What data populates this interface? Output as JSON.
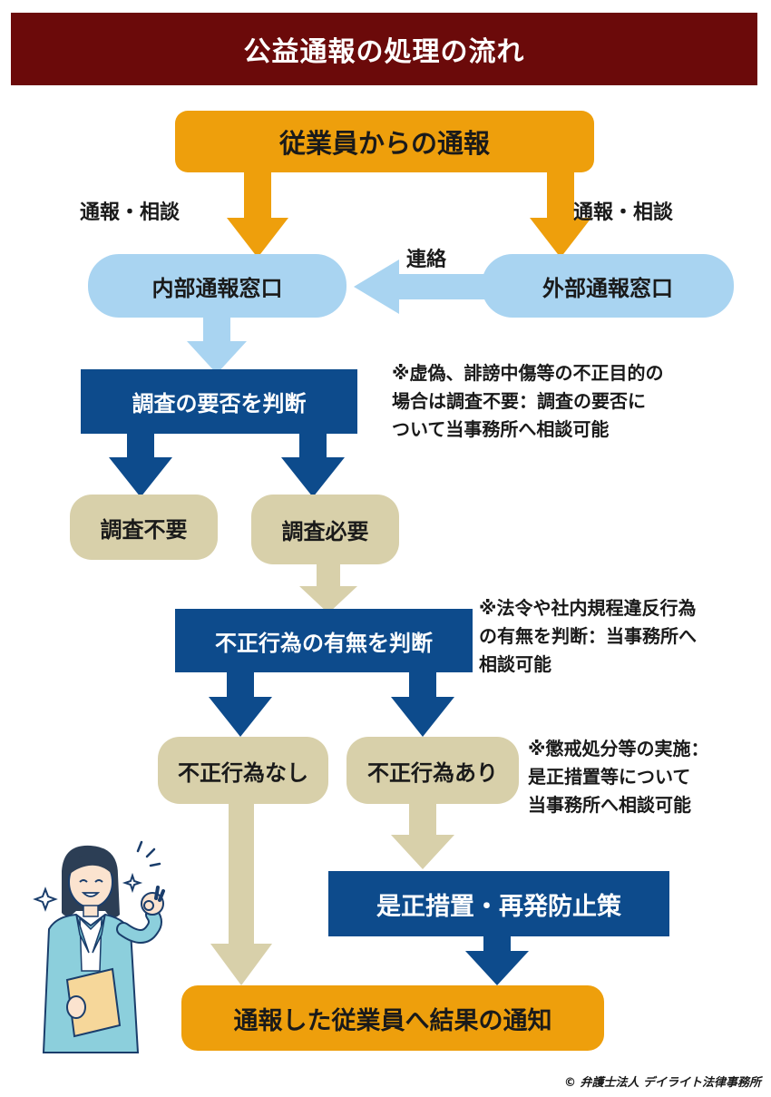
{
  "title": "公益通報の処理の流れ",
  "nodes": {
    "employee_report": "従業員からの通報",
    "internal_desk": "内部通報窓口",
    "external_desk": "外部通報窓口",
    "investigation_judgment": "調査の要否を判断",
    "no_investigation": "調査不要",
    "investigation_needed": "調査必要",
    "misconduct_judgment": "不正行為の有無を判断",
    "no_misconduct": "不正行為なし",
    "misconduct_found": "不正行為あり",
    "corrective_action": "是正措置・再発防止策",
    "result_notice": "通報した従業員へ結果の通知"
  },
  "labels": {
    "report_consult_left": "通報・相談",
    "report_consult_right": "通報・相談",
    "contact": "連絡"
  },
  "notes": {
    "note1": [
      "※虚偽、誹謗中傷等の不正目的の",
      "場合は調査不要：調査の要否に",
      "ついて当事務所へ相談可能"
    ],
    "note2": [
      "※法令や社内規程違反行為",
      "の有無を判断：当事務所へ",
      "相談可能"
    ],
    "note3": [
      "※懲戒処分等の実施：",
      "是正措置等について",
      "当事務所へ相談可能"
    ]
  },
  "copyright": "© 弁護士法人 デイライト法律事務所",
  "colors": {
    "title_bg": "#6b0a0a",
    "orange": "#ee9f0c",
    "light_blue": "#a9d4f1",
    "navy": "#0d4b8c",
    "beige": "#d8d0aa"
  },
  "icons": {
    "illustration": "businesswoman-ok-gesture-illustration"
  }
}
